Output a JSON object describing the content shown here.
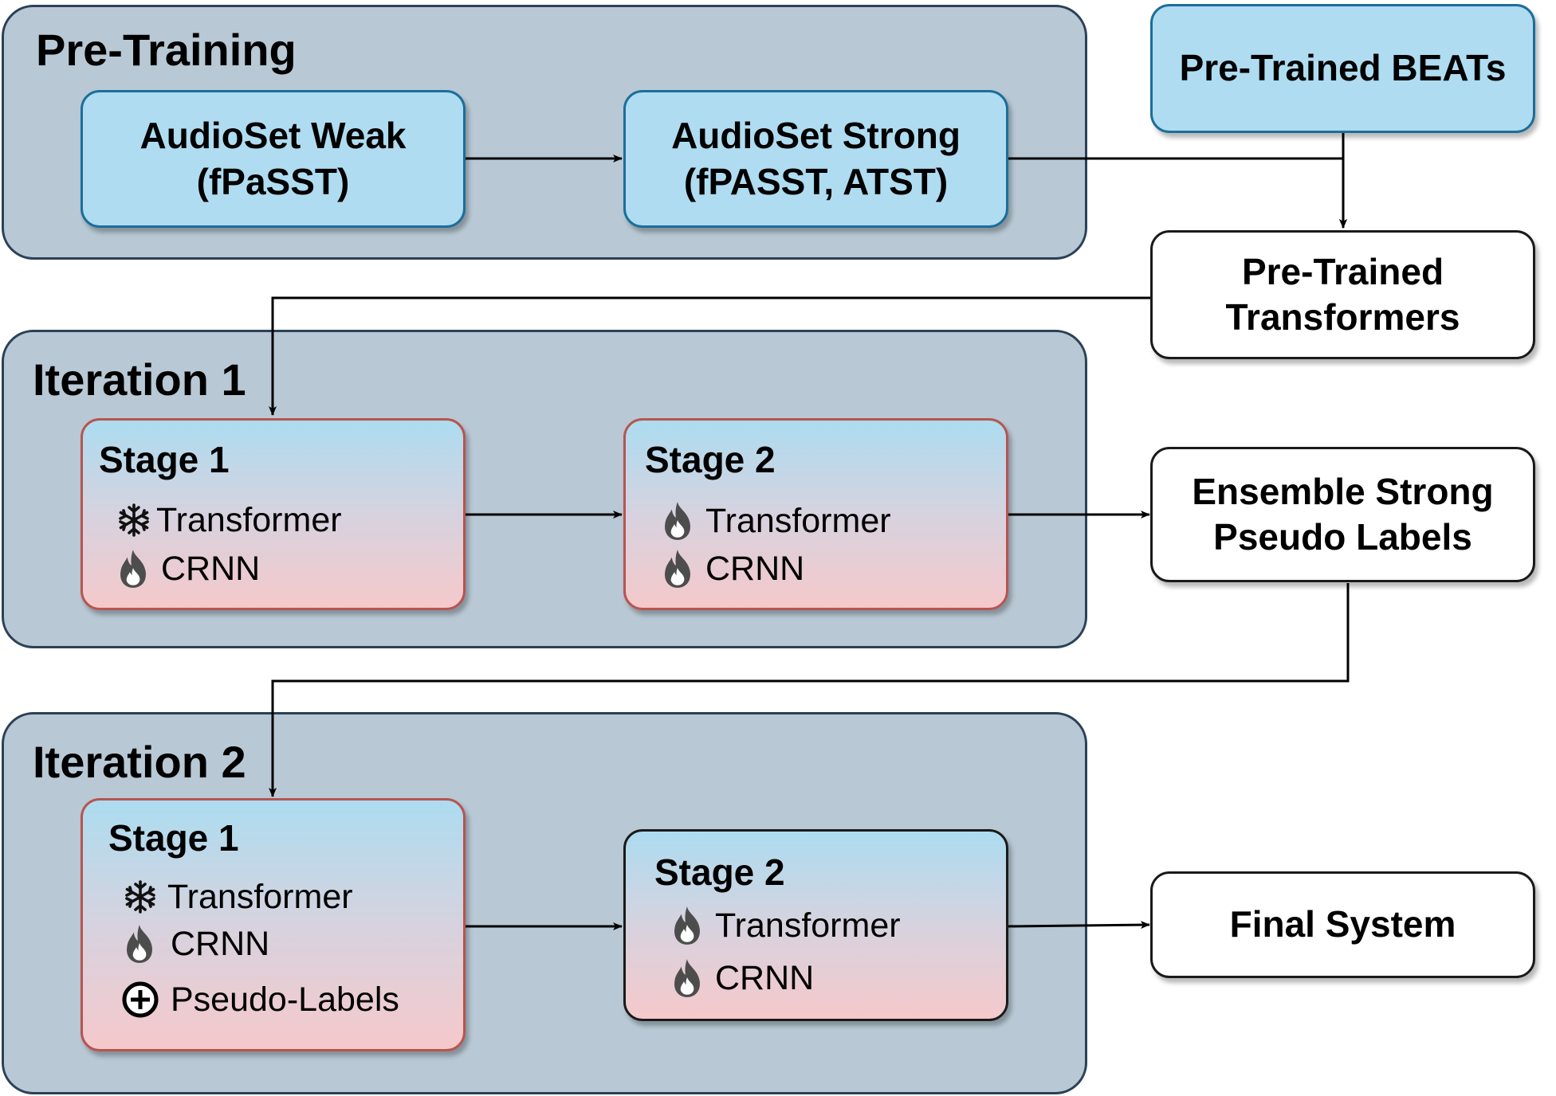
{
  "groups": {
    "pretraining": {
      "title": "Pre-Training"
    },
    "iteration1": {
      "title": "Iteration 1"
    },
    "iteration2": {
      "title": "Iteration 2"
    }
  },
  "nodes": {
    "audioset_weak": {
      "line1": "AudioSet Weak",
      "line2": "(fPaSST)"
    },
    "audioset_strong": {
      "line1": "AudioSet Strong",
      "line2": "(fPASST, ATST)"
    },
    "pretrained_beats": {
      "label": "Pre-Trained BEATs"
    },
    "pretrained_transformers": {
      "line1": "Pre-Trained",
      "line2": "Transformers"
    },
    "ensemble_labels": {
      "line1": "Ensemble Strong",
      "line2": "Pseudo Labels"
    },
    "final_system": {
      "label": "Final System"
    }
  },
  "iteration1": {
    "stage1": {
      "title": "Stage 1",
      "rows": [
        {
          "icon": "snowflake-icon",
          "label": "Transformer"
        },
        {
          "icon": "flame-icon",
          "label": "CRNN"
        }
      ]
    },
    "stage2": {
      "title": "Stage 2",
      "rows": [
        {
          "icon": "flame-icon",
          "label": "Transformer"
        },
        {
          "icon": "flame-icon",
          "label": "CRNN"
        }
      ]
    }
  },
  "iteration2": {
    "stage1": {
      "title": "Stage 1",
      "rows": [
        {
          "icon": "snowflake-icon",
          "label": "Transformer"
        },
        {
          "icon": "flame-icon",
          "label": "CRNN"
        },
        {
          "icon": "circle-plus-icon",
          "label": "Pseudo-Labels"
        }
      ]
    },
    "stage2": {
      "title": "Stage 2",
      "rows": [
        {
          "icon": "flame-icon",
          "label": "Transformer"
        },
        {
          "icon": "flame-icon",
          "label": "CRNN"
        }
      ]
    }
  },
  "colors": {
    "group_fill": "#b8c8d4",
    "group_border": "#2b4157",
    "blue_fill": "#afdcf0",
    "blue_border": "#1c6e9a",
    "stage_border_red": "#b85450",
    "icon_gray": "#4d4d4d"
  }
}
